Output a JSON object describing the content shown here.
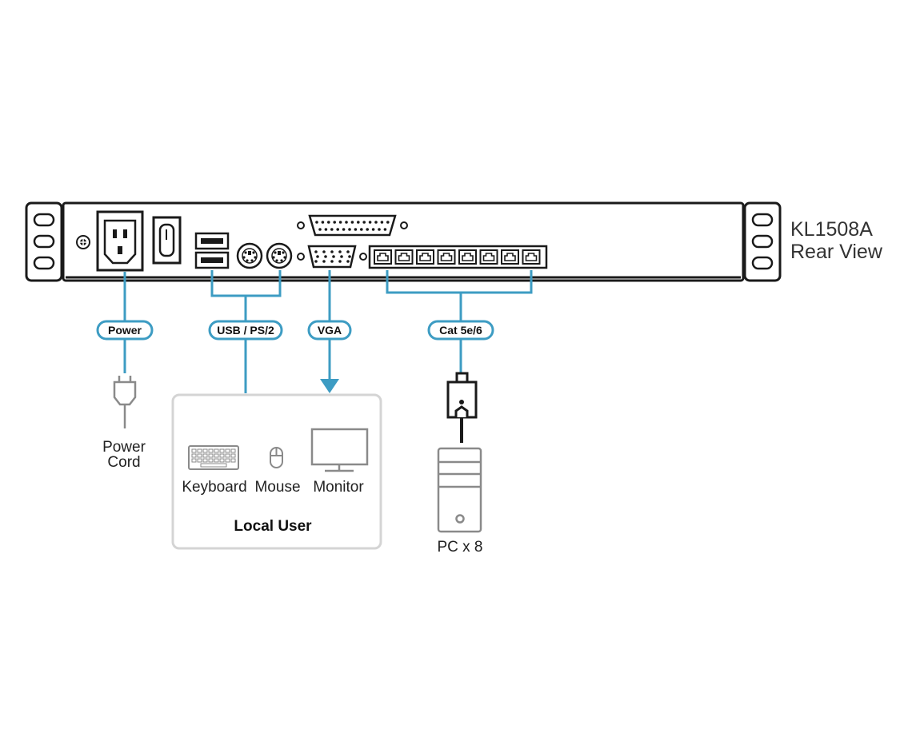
{
  "device": {
    "model": "KL1508A",
    "view": "Rear View"
  },
  "connectors": {
    "power": "Power",
    "usb_ps2": "USB / PS/2",
    "vga": "VGA",
    "cat": "Cat 5e/6"
  },
  "power_cord": {
    "line1": "Power",
    "line2": "Cord"
  },
  "local_user": {
    "title": "Local User",
    "keyboard": "Keyboard",
    "mouse": "Mouse",
    "monitor": "Monitor"
  },
  "pc": {
    "label": "PC x 8"
  },
  "colors": {
    "cable": "#3d9cc3",
    "outline": "#1a1a1a",
    "peripheral": "#8a8a8a",
    "box_border": "#d4d4d4"
  }
}
